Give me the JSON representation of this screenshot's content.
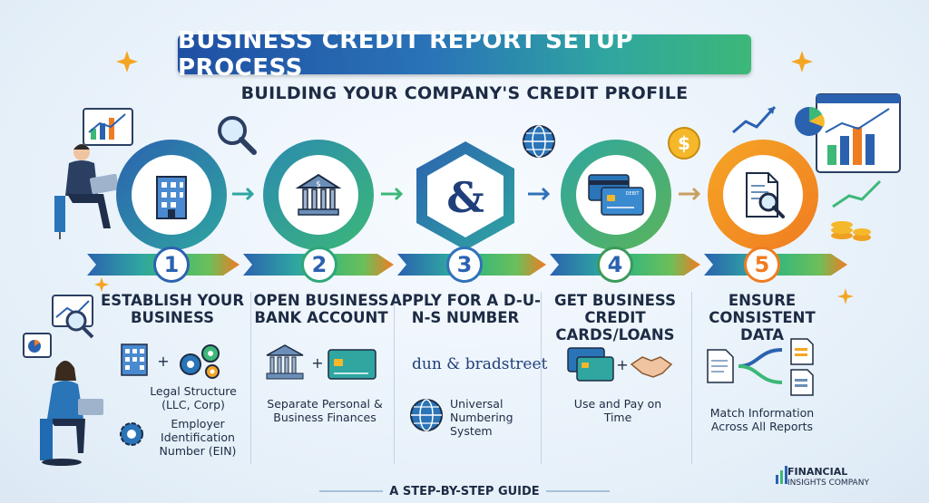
{
  "title": "BUSINESS CREDIT REPORT SETUP PROCESS",
  "subtitle": "BUILDING YOUR COMPANY'S CREDIT PROFILE",
  "steps": [
    {
      "number": "1",
      "title": "ESTABLISH YOUR BUSINESS",
      "descriptions": [
        "Legal Structure (LLC, Corp)",
        "Employer Identification Number (EIN)"
      ],
      "color": "#2b62b0"
    },
    {
      "number": "2",
      "title": "OPEN BUSINESS BANK ACCOUNT",
      "descriptions": [
        "Separate Personal & Business Finances"
      ],
      "color": "#2fa67a"
    },
    {
      "number": "3",
      "title": "APPLY FOR A D-U-N-S NUMBER",
      "descriptions": [
        "Universal Numbering System"
      ],
      "brand": "dun & bradstreet",
      "color": "#2f72b8"
    },
    {
      "number": "4",
      "title": "GET BUSINESS CREDIT CARDS/LOANS",
      "descriptions": [
        "Use and Pay on Time"
      ],
      "color": "#3a9a5a"
    },
    {
      "number": "5",
      "title": "ENSURE CONSISTENT DATA",
      "descriptions": [
        "Match Information Across All Reports"
      ],
      "color": "#f07c22"
    }
  ],
  "card_label": "DEBIT",
  "footer": "A STEP-BY-STEP GUIDE",
  "logo": {
    "line1": "FINANCIAL",
    "line2": "INSIGHTS COMPANY"
  },
  "colors": {
    "navy": "#1d2b44",
    "blue": "#2b62b0",
    "teal": "#2fa6a0",
    "green": "#3cb878",
    "orange": "#f07c22"
  }
}
